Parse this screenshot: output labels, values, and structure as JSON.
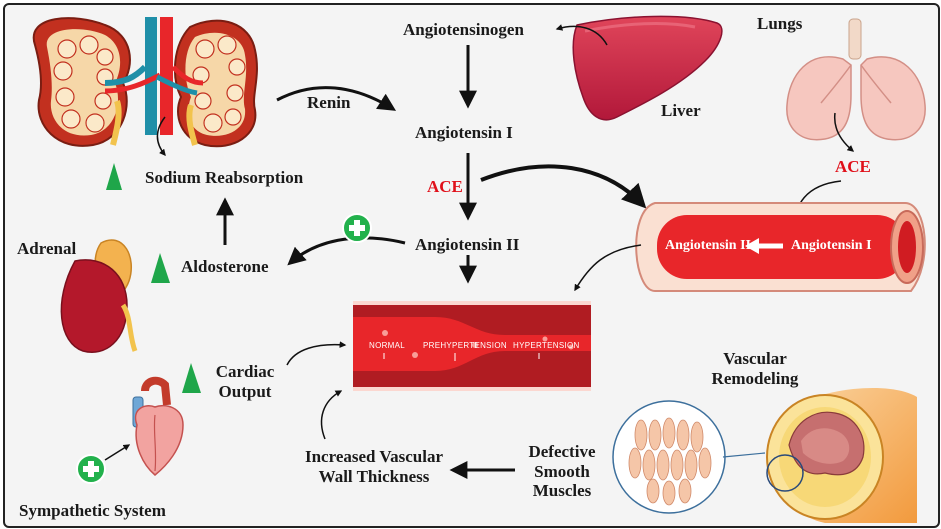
{
  "labels": {
    "angiotensinogen": "Angiotensinogen",
    "liver": "Liver",
    "lungs": "Lungs",
    "renin": "Renin",
    "angiotensin_i": "Angiotensin I",
    "ace_center": "ACE",
    "ace_lungs": "ACE",
    "sodium_reabsorption": "Sodium Reabsorption",
    "adrenal": "Adrenal",
    "aldosterone": "Aldosterone",
    "angiotensin_ii": "Angiotensin II",
    "vessel_ang_ii": "Angiotensin II",
    "vessel_ang_i": "Angiotensin I",
    "cardiac_output_line1": "Cardiac",
    "cardiac_output_line2": "Output",
    "sympathetic_system": "Sympathetic System",
    "increased_wall_line1": "Increased Vascular",
    "increased_wall_line2": "Wall Thickness",
    "defective_line1": "Defective",
    "defective_line2": "Smooth",
    "defective_line3": "Muscles",
    "vascular_remodeling_line1": "Vascular",
    "vascular_remodeling_line2": "Remodeling",
    "bp_normal": "NORMAL",
    "bp_prehypertension": "PREHYPERTENSION",
    "bp_hypertension": "HYPERTENSION"
  },
  "colors": {
    "ace_red": "#e0101a",
    "increase_arrow_green": "#1fa64a",
    "plus_circle_green": "#22b14c",
    "vessel_red": "#e8262a",
    "kidney_artery_blue": "#1f8fa8"
  },
  "icons": {
    "plus": "plus-circle-icon",
    "increase": "green-up-triangle-icon"
  }
}
